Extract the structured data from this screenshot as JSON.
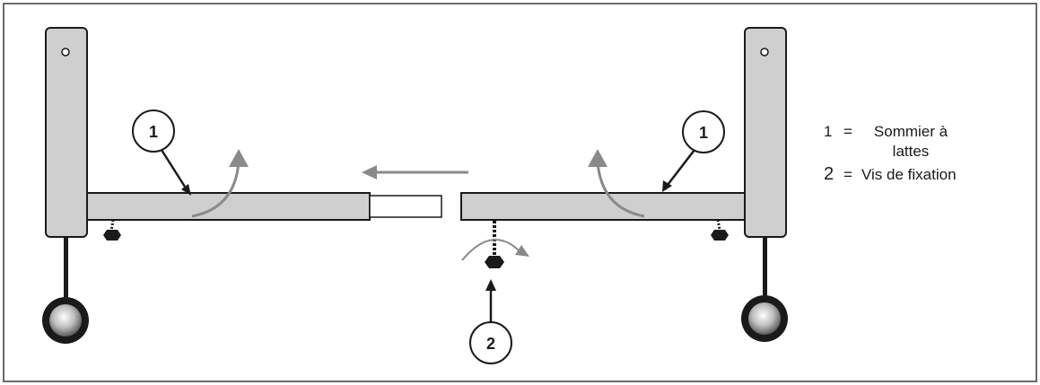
{
  "callouts": {
    "one": "1",
    "two": "2"
  },
  "legend": {
    "item1": {
      "num": "1",
      "eq": "=",
      "text": "Sommier à lattes"
    },
    "item2": {
      "num": "2",
      "eq": "=",
      "text": "Vis de fixation"
    }
  },
  "colors": {
    "frame": "#cfcfcf",
    "outline": "#1a1a1a",
    "arrow_grey": "#8a8a8a",
    "background": "#ffffff",
    "border": "#6b6b6b"
  },
  "icons": [
    "bed-post",
    "caster-wheel",
    "screw",
    "rotation-arrow",
    "direction-arrow"
  ]
}
